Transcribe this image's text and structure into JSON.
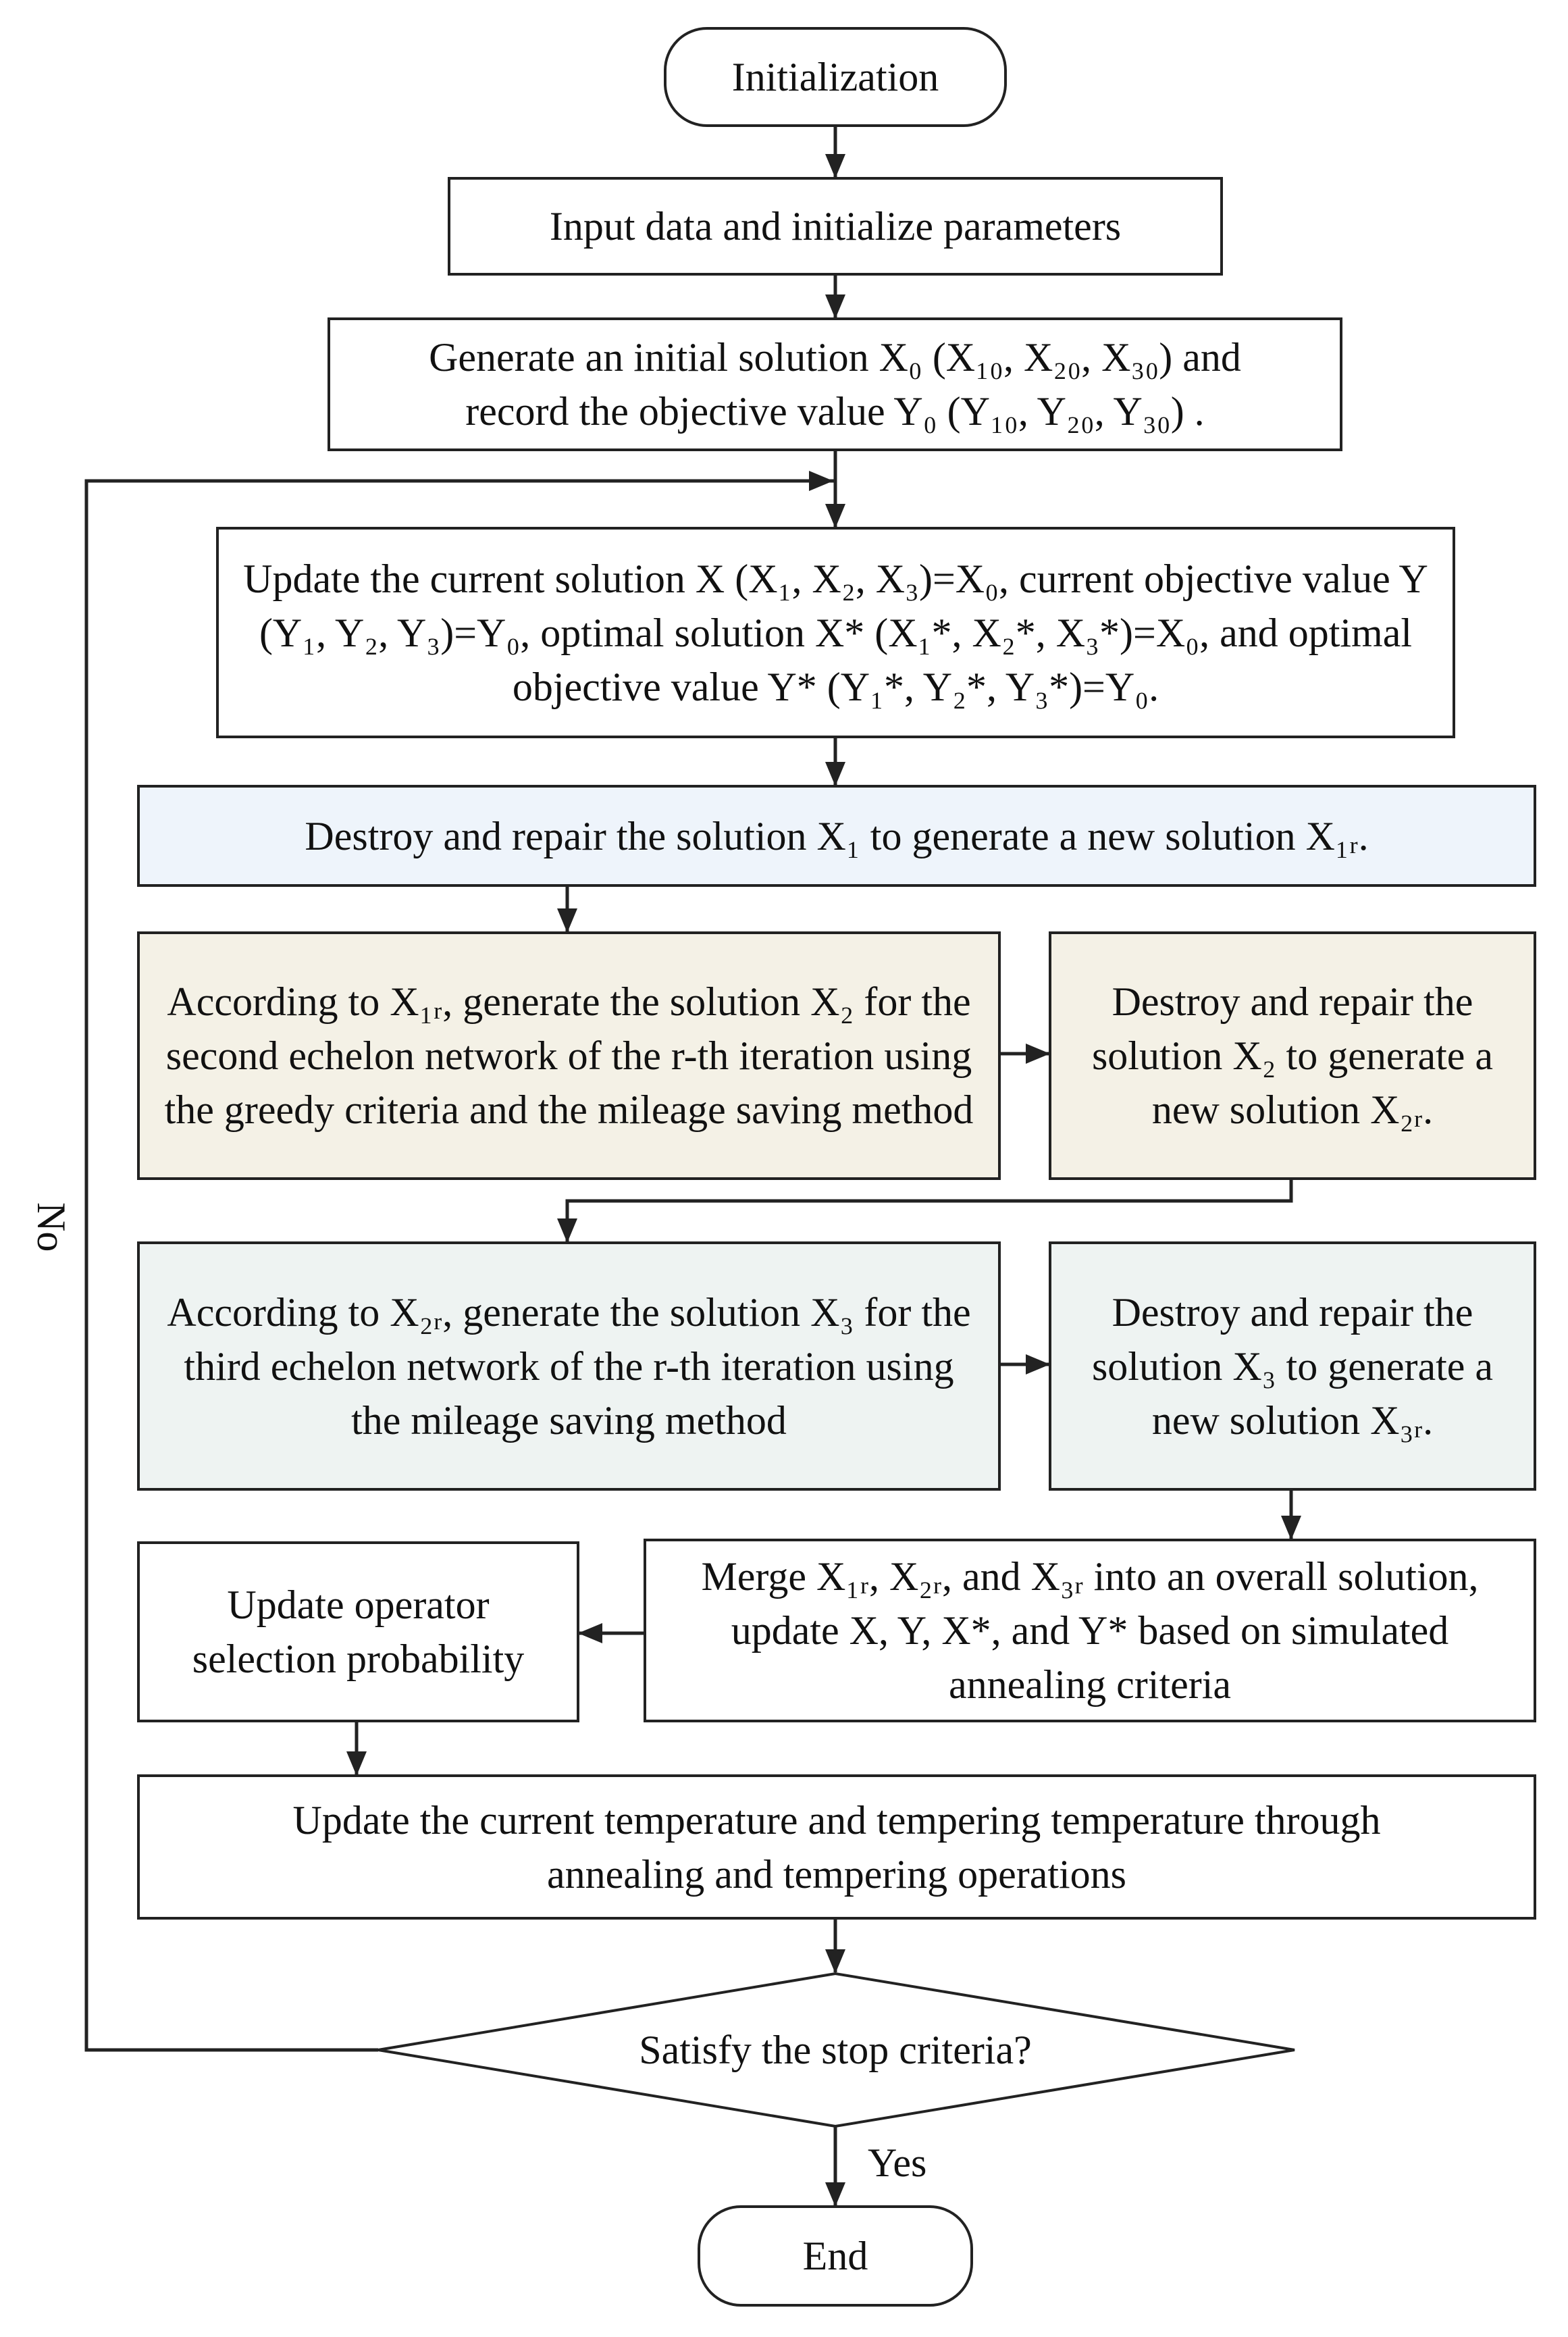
{
  "nodes": {
    "start": "Initialization",
    "input": "Input data and initialize parameters",
    "generate": "Generate an initial solution X₀ (X₁₀, X₂₀, X₃₀) and record the objective value Y₀ (Y₁₀, Y₂₀, Y₃₀) .",
    "update_current": "Update the current solution X (X₁, X₂, X₃)=X₀, current objective value Y (Y₁, Y₂, Y₃)=Y₀, optimal solution X* (X₁*, X₂*, X₃*)=X₀, and optimal objective value Y* (Y₁*, Y₂*, Y₃*)=Y₀.",
    "destroy1": "Destroy and repair the solution X₁ to generate a new solution X₁ᵣ.",
    "gen2": "According to X₁ᵣ, generate the solution X₂ for the second echelon network of the r-th iteration using the greedy criteria and the mileage saving method",
    "destroy2": "Destroy and repair the solution X₂ to generate a new solution X₂ᵣ.",
    "gen3": "According to X₂ᵣ, generate the solution X₃ for the third echelon network of the r-th iteration using the mileage saving method",
    "destroy3": "Destroy and repair the solution X₃ to generate a new solution X₃ᵣ.",
    "merge": "Merge X₁ᵣ, X₂ᵣ, and X₃ᵣ into an overall solution, update X, Y, X*, and Y* based on simulated annealing criteria",
    "operator": "Update operator selection probability",
    "temperature": "Update the current temperature and tempering temperature through annealing and tempering operations",
    "decision": "Satisfy the stop criteria?",
    "end": "End"
  },
  "edges": {
    "yes": "Yes",
    "no": "No"
  },
  "colors": {
    "blue_fill": "#eef4fb",
    "beige_fill": "#f4f1e6",
    "teal_fill": "#eef3f2",
    "stroke": "#222222"
  }
}
